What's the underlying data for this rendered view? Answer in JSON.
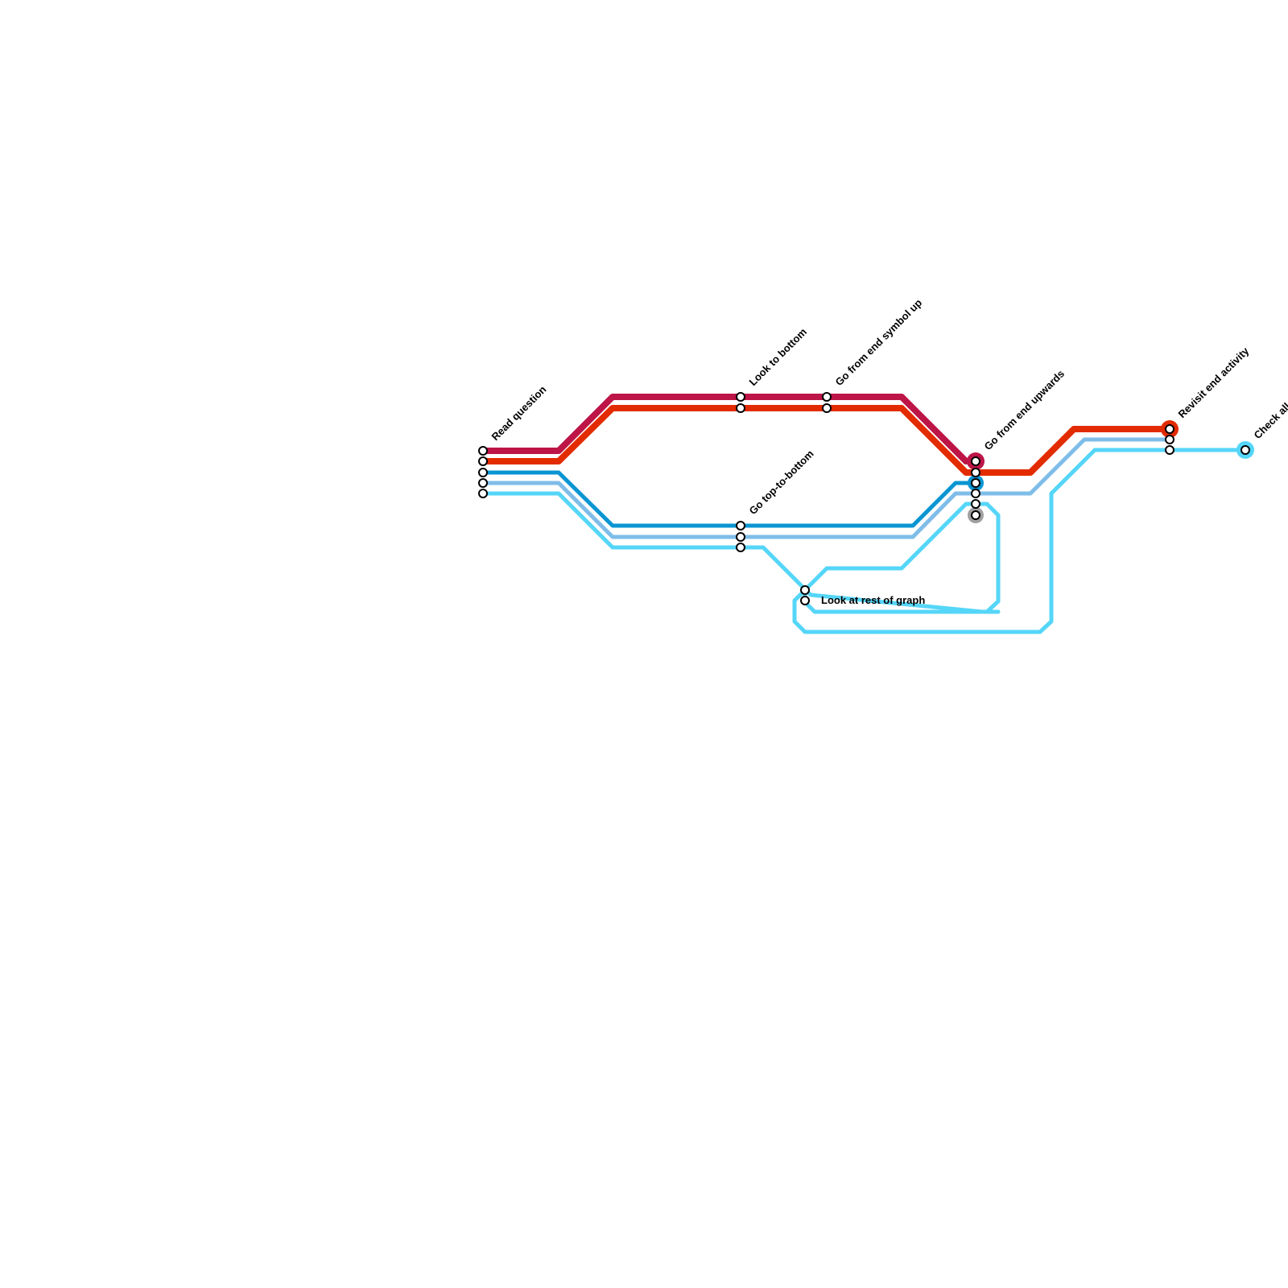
{
  "routes": [
    {
      "id": "crimson",
      "color": "#bd1547"
    },
    {
      "id": "red",
      "color": "#e32b00"
    },
    {
      "id": "blue",
      "color": "#0a95d2"
    },
    {
      "id": "light-blue",
      "color": "#7fbde9"
    },
    {
      "id": "cyan",
      "color": "#55d6f8"
    },
    {
      "id": "grey",
      "color": "#a0a0a0"
    }
  ],
  "stations": {
    "read_question": "Read question",
    "look_to_bottom": "Look to bottom",
    "go_from_end_symbol_up": "Go from end symbol up",
    "go_top_to_bottom": "Go top-to-bottom",
    "look_at_rest_of_graph": "Look at rest of graph",
    "go_from_end_upwards": "Go from end upwards",
    "revisit_end_activity": "Revisit end activity",
    "check_all": "Check all"
  }
}
